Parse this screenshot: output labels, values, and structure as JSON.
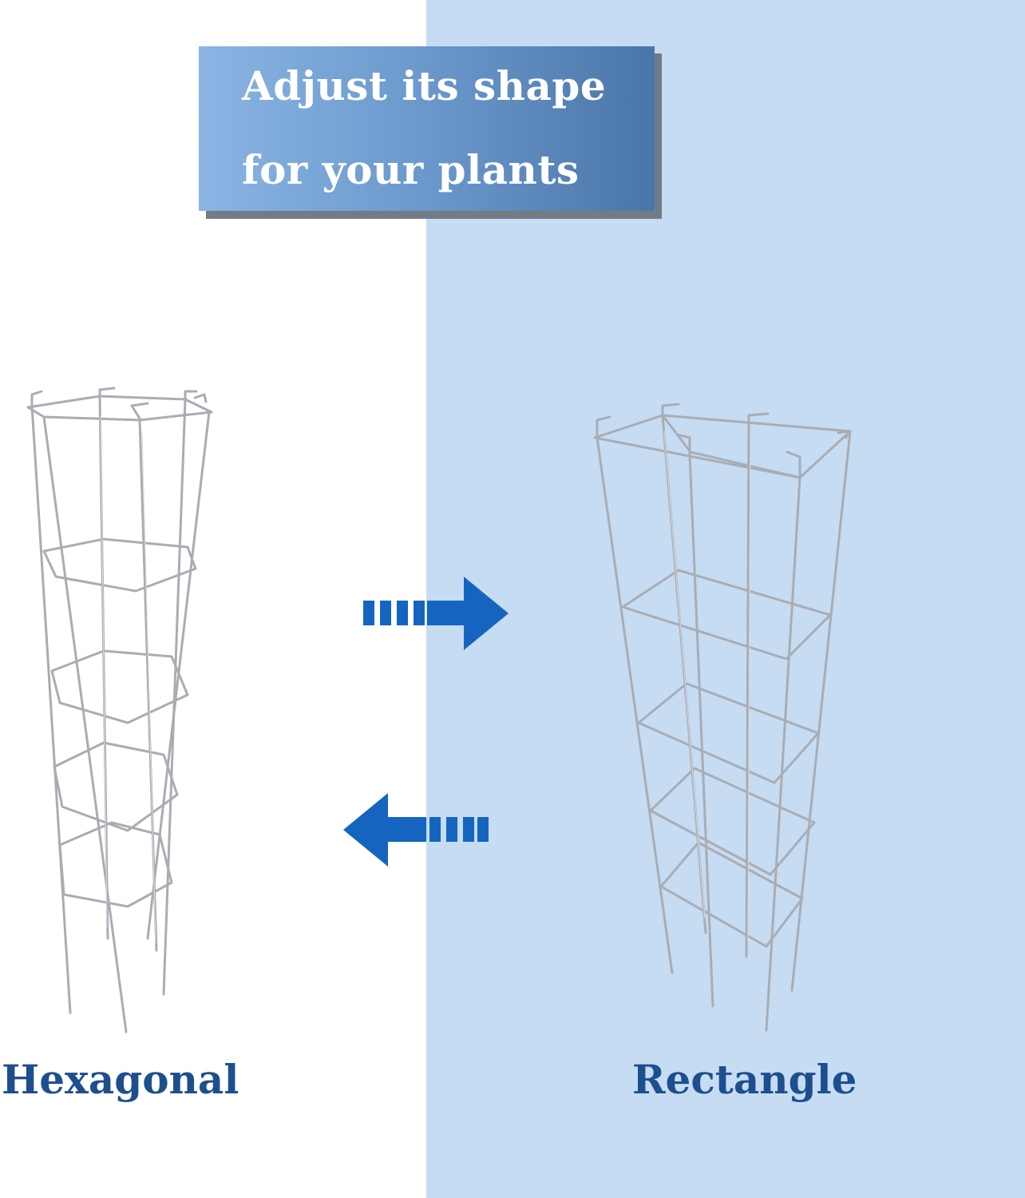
{
  "banner": {
    "line1": "Adjust its shape",
    "line2": "for your plants"
  },
  "labels": {
    "left": "Hexagonal",
    "right": "Rectangle"
  },
  "colors": {
    "right_background": "#c5dcf3",
    "label_text": "#1d4f8f",
    "arrow": "#1565c0",
    "cage_wire": "#a9adb3"
  },
  "icons": {
    "right_arrow": "dashed-arrow-right-icon",
    "left_arrow": "dashed-arrow-left-icon"
  }
}
